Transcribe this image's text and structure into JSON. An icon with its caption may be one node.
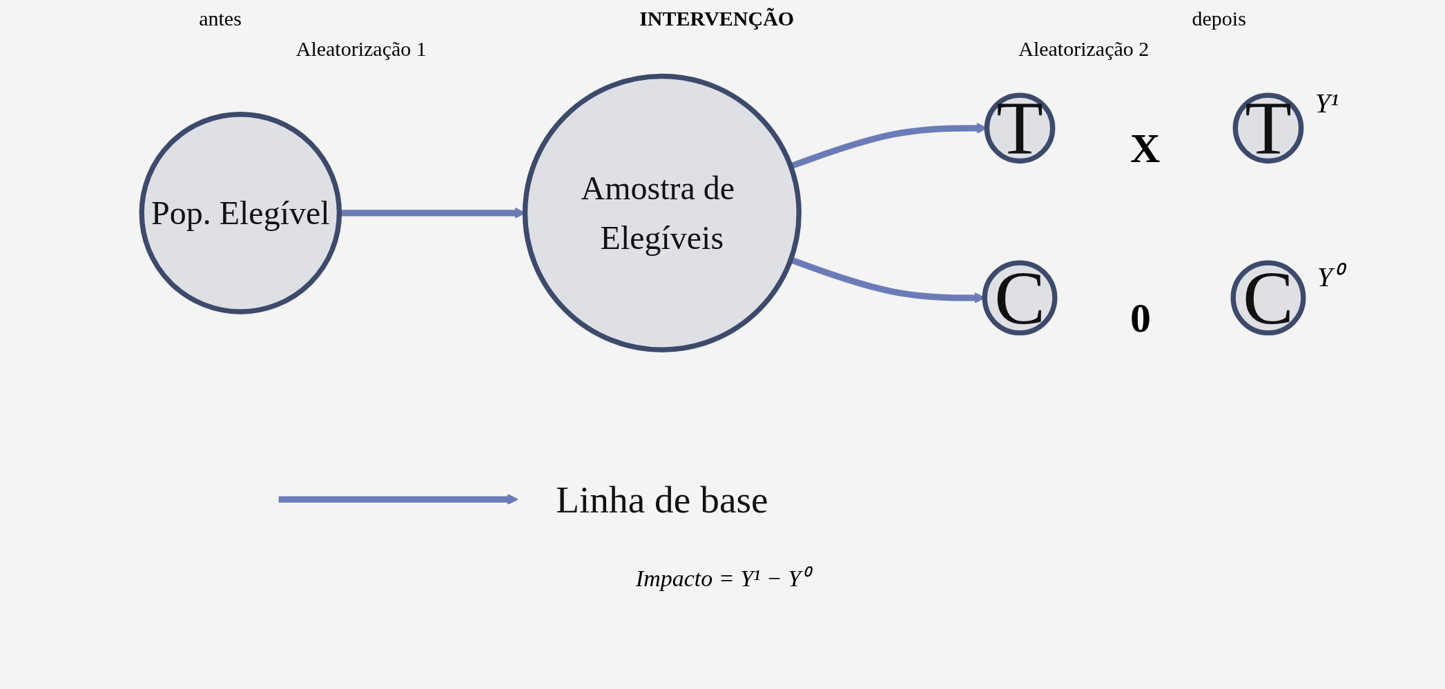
{
  "diagram": {
    "nodes": [
      {
        "text": [
          "Pop. Elegível"
        ]
      },
      {
        "text": [
          "Amostra de Elegíveis"
        ]
      },
      {
        "text": [
          "T"
        ]
      },
      {
        "text": [
          "C"
        ]
      },
      {
        "text": [
          "T"
        ],
        "beside": [
          "Y¹"
        ]
      },
      {
        "text": [
          "C"
        ],
        "beside": [
          "Y⁰"
        ]
      },
      {
        "text": [
          "Linha de base"
        ]
      }
    ],
    "edges": [
      {
        "from": 0,
        "to": 1,
        "arrow": "to"
      },
      {
        "from": 1,
        "to": 2,
        "arrow": "to"
      },
      {
        "from": 1,
        "to": 3,
        "arrow": "to"
      },
      {
        "from": null,
        "to": 6,
        "arrow": "to"
      }
    ],
    "labels": [
      "antes",
      "INTERVENÇÃO",
      "depois",
      "Aleatorização 1",
      "Aleatorização 2",
      "X",
      "0",
      "Impacto = Y¹ − Y⁰"
    ]
  }
}
